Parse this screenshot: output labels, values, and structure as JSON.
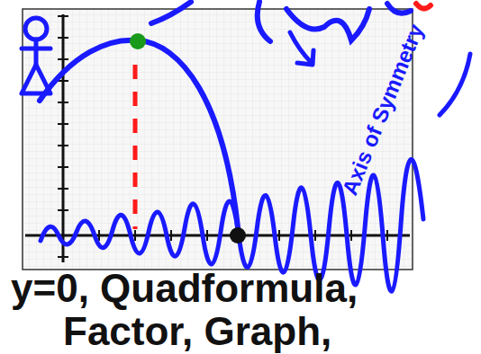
{
  "diagram": {
    "labels": [
      "Axis of Symmetry",
      "y=0, Quadformula,",
      "Factor, Graph,"
    ]
  }
}
